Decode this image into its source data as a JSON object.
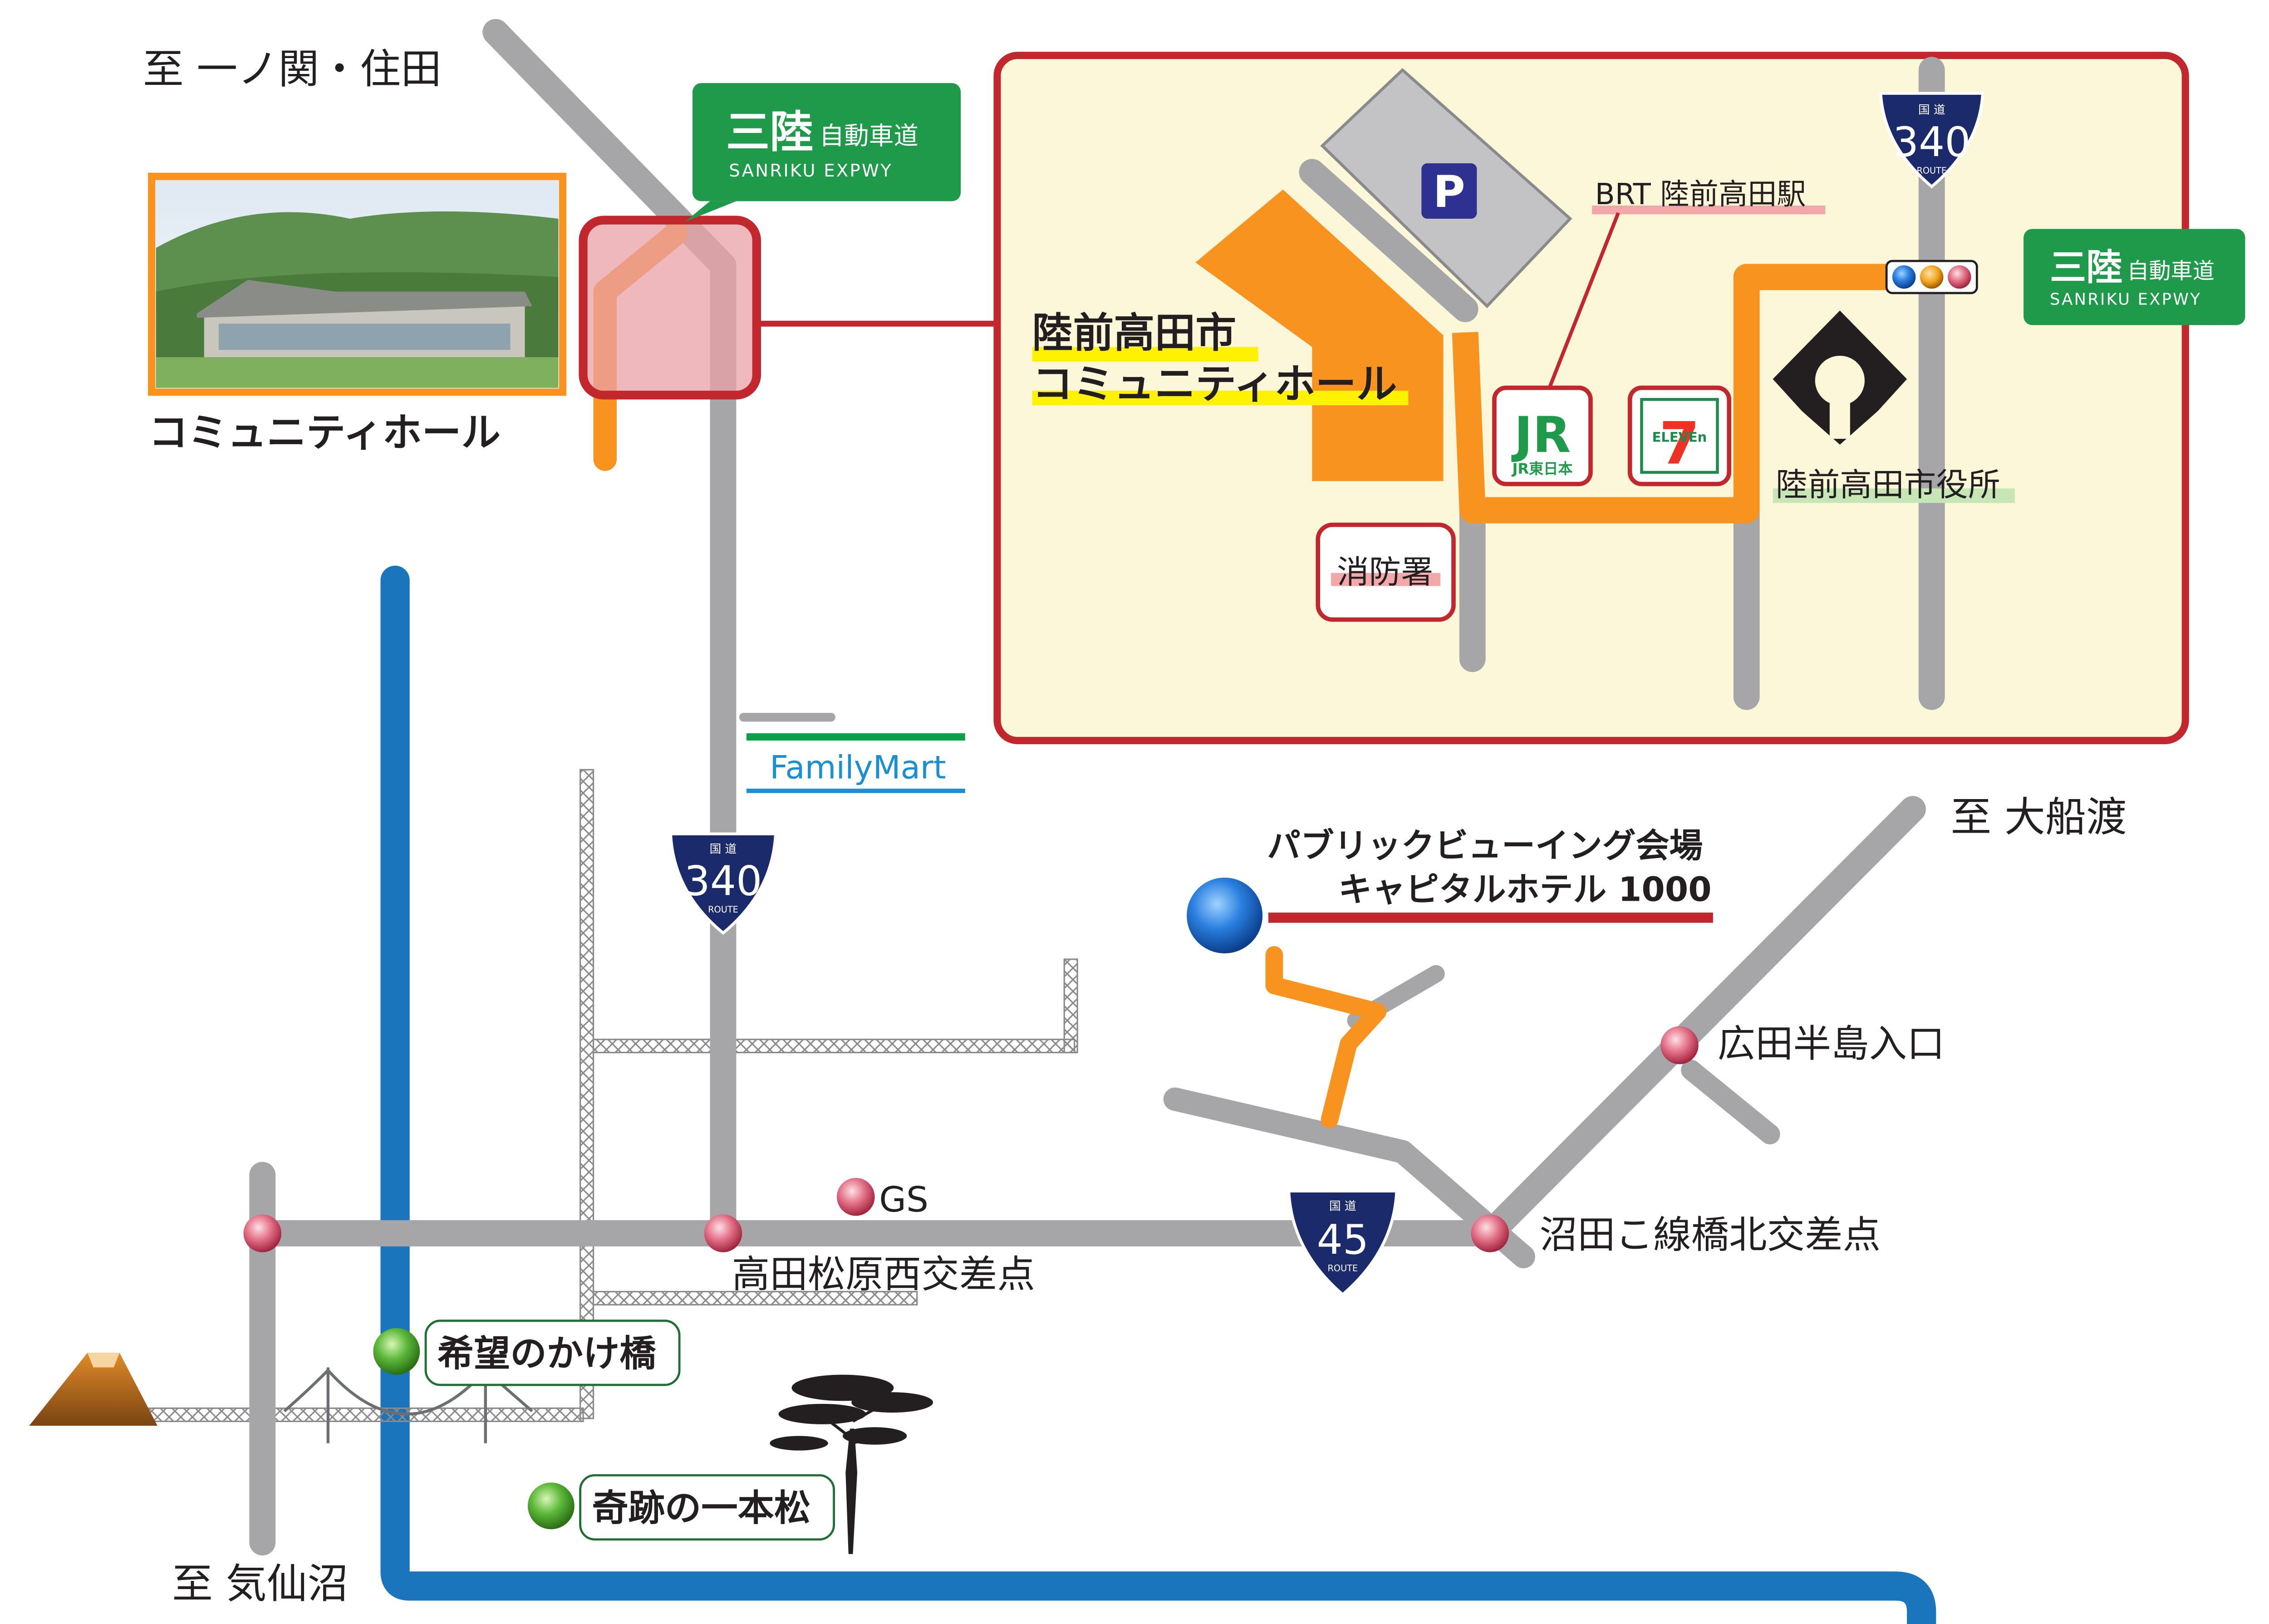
{
  "directions": {
    "ichinoseki": "至 一ノ関・住田",
    "ofunato": "至 大船渡",
    "kesennuma": "至 気仙沼"
  },
  "expressway": {
    "name_jp": "三陸",
    "name_suffix": "自動車道",
    "name_en": "SANRIKU EXPWY"
  },
  "route340": {
    "top": "国 道",
    "num": "340",
    "bottom": "ROUTE"
  },
  "route45": {
    "top": "国 道",
    "num": "45",
    "bottom": "ROUTE"
  },
  "photo_caption": "コミュニティホール",
  "inset": {
    "venue_line1": "陸前高田市",
    "venue_line2": "コミュニティホール",
    "parking": "P",
    "brt_station": "BRT 陸前高田駅",
    "jr_logo": "JR",
    "jr_label": "JR東日本",
    "seven_logo": "7",
    "seven_label": "ELEVEn",
    "city_hall": "陸前高田市役所",
    "fire_station": "消防署"
  },
  "familymart": "FamilyMart",
  "public_viewing": {
    "line1": "パブリックビューイング会場",
    "line2": "キャピタルホテル 1000"
  },
  "places": {
    "gs": "GS",
    "matsubara": "高田松原西交差点",
    "hirota": "広田半島入口",
    "numata": "沼田こ線橋北交差点",
    "kibou": "希望のかけ橋",
    "ippon": "奇跡の一本松"
  },
  "colors": {
    "road": "#a6a6a8",
    "orange_route": "#f7931e",
    "inset_border": "#c1272d",
    "inset_bg": "#fdf7d9",
    "river": "#1b75bc",
    "expwy_green": "#1f9a4a",
    "route_blue": "#1b2a6b"
  }
}
